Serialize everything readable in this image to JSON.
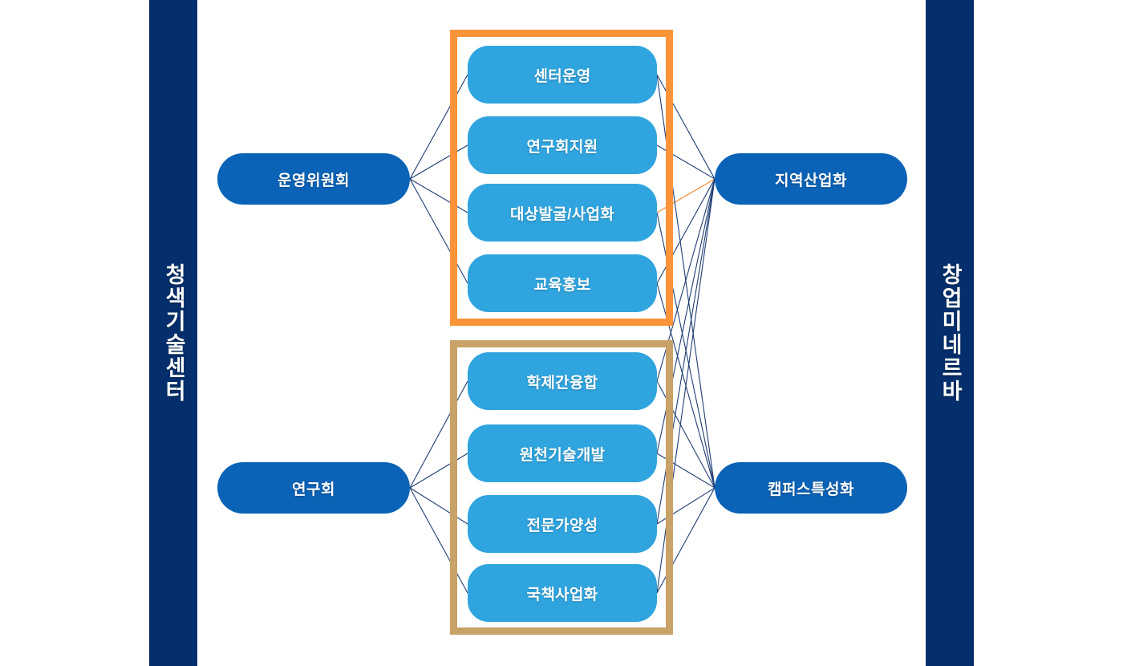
{
  "sidebars": {
    "left": {
      "label": "청색기술센터",
      "color": "#042F6C"
    },
    "right": {
      "label": "창업미네르바",
      "color": "#042F6C"
    }
  },
  "palette": {
    "navy": "#042F6C",
    "node_outer_blue": "#0B63B7",
    "node_inner_blue": "#2FA4DE",
    "frame_orange": "#FB9339",
    "frame_tan": "#C8A267",
    "edge_navy": "#1F3D73",
    "edge_accent_orange": "#F58220",
    "background": "#FFFFFF"
  },
  "outer_nodes": {
    "steering": {
      "label": "운영위원회"
    },
    "council": {
      "label": "연구회"
    },
    "region": {
      "label": "지역산업화"
    },
    "campus": {
      "label": "캠퍼스특성화"
    }
  },
  "groups": [
    {
      "id": "top-group",
      "frame_color": "#FB9339",
      "items": [
        {
          "label": "센터운영"
        },
        {
          "label": "연구회지원"
        },
        {
          "label": "대상발굴/사업화"
        },
        {
          "label": "교육홍보"
        }
      ]
    },
    {
      "id": "bottom-group",
      "frame_color": "#C8A267",
      "items": [
        {
          "label": "학제간융합"
        },
        {
          "label": "원천기술개발"
        },
        {
          "label": "전문가양성"
        },
        {
          "label": "국책사업화"
        }
      ]
    }
  ],
  "edges": [
    {
      "from": "steering",
      "to": "top-0",
      "color": "navy"
    },
    {
      "from": "steering",
      "to": "top-1",
      "color": "navy"
    },
    {
      "from": "steering",
      "to": "top-2",
      "color": "navy"
    },
    {
      "from": "steering",
      "to": "top-3",
      "color": "navy"
    },
    {
      "from": "council",
      "to": "bot-0",
      "color": "navy"
    },
    {
      "from": "council",
      "to": "bot-1",
      "color": "navy"
    },
    {
      "from": "council",
      "to": "bot-2",
      "color": "navy"
    },
    {
      "from": "council",
      "to": "bot-3",
      "color": "navy"
    },
    {
      "from": "top-0",
      "to": "region",
      "color": "navy"
    },
    {
      "from": "top-1",
      "to": "region",
      "color": "navy"
    },
    {
      "from": "top-2",
      "to": "region",
      "color": "orange"
    },
    {
      "from": "top-3",
      "to": "region",
      "color": "navy"
    },
    {
      "from": "bot-0",
      "to": "region",
      "color": "navy"
    },
    {
      "from": "bot-1",
      "to": "region",
      "color": "navy"
    },
    {
      "from": "bot-2",
      "to": "region",
      "color": "navy"
    },
    {
      "from": "bot-3",
      "to": "region",
      "color": "navy"
    },
    {
      "from": "top-0",
      "to": "campus",
      "color": "navy"
    },
    {
      "from": "top-2",
      "to": "campus",
      "color": "navy"
    },
    {
      "from": "top-3",
      "to": "campus",
      "color": "navy"
    },
    {
      "from": "bot-0",
      "to": "campus",
      "color": "navy"
    },
    {
      "from": "bot-1",
      "to": "campus",
      "color": "navy"
    },
    {
      "from": "bot-2",
      "to": "campus",
      "color": "navy"
    },
    {
      "from": "bot-3",
      "to": "campus",
      "color": "navy"
    }
  ]
}
